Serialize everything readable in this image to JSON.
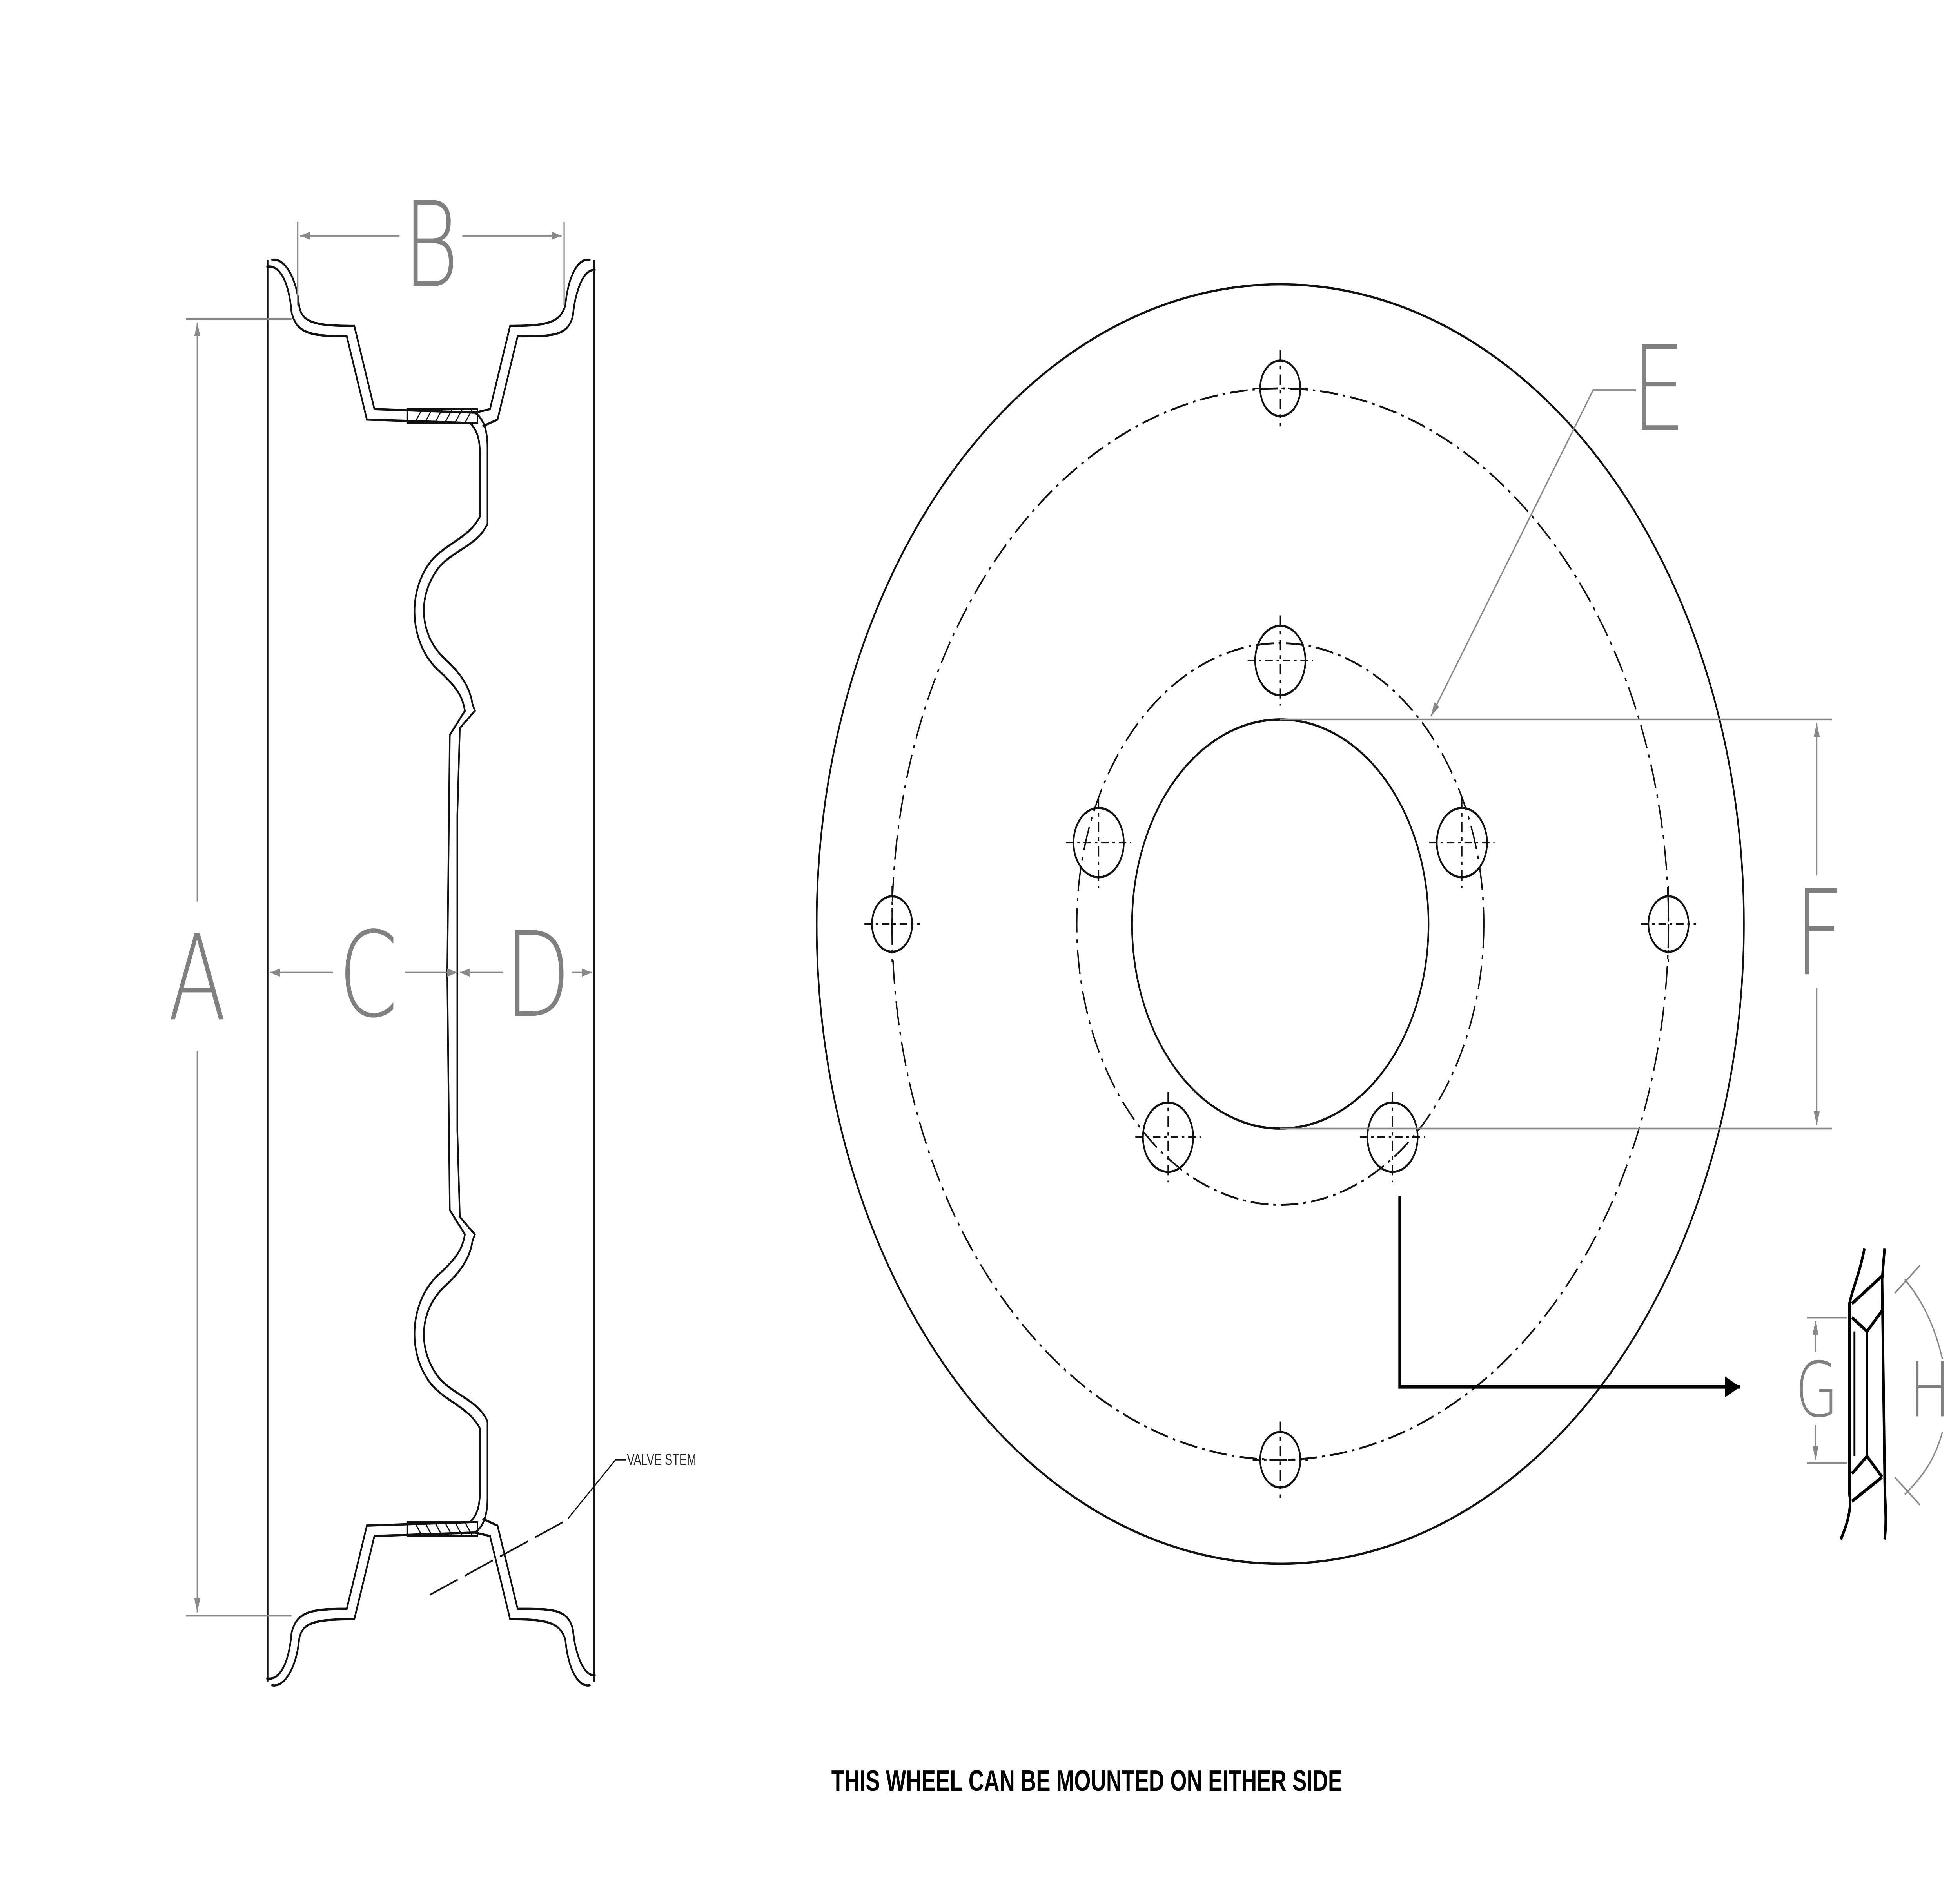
{
  "labels": {
    "a": "A",
    "b": "B",
    "c": "C",
    "d": "D",
    "e": "E",
    "f": "F",
    "g": "G",
    "h": "H"
  },
  "valve_stem_label": "VALVE STEM",
  "footer_note": "THIS WHEEL CAN BE MOUNTED ON EITHER SIDE",
  "colors": {
    "line": "#111111",
    "dimension": "#808080",
    "background": "#ffffff"
  }
}
